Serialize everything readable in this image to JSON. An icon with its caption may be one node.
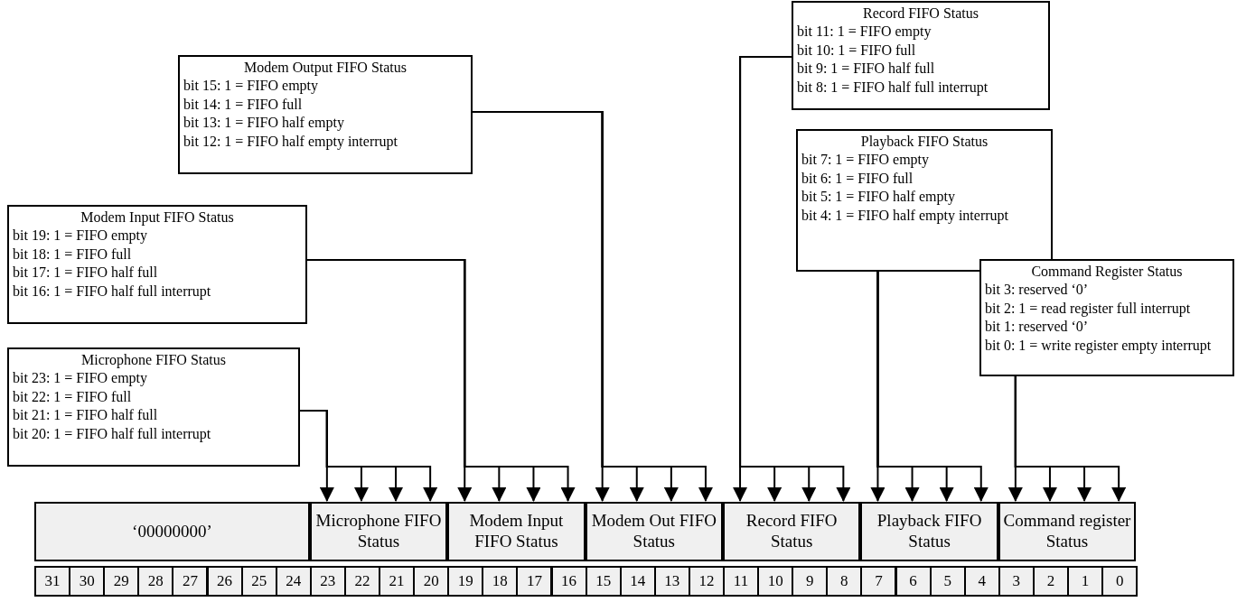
{
  "diagram": {
    "nodes": [
      {
        "text": [
          "Microphone FIFO Status",
          "bit 23: 1 = FIFO empty",
          "bit 22: 1 = FIFO full",
          "bit 21: 1 = FIFO half full",
          "bit 20: 1 = FIFO half full interrupt"
        ]
      },
      {
        "text": [
          "Modem Input FIFO Status",
          "bit 19: 1 = FIFO empty",
          "bit 18: 1 = FIFO full",
          "bit 17: 1 = FIFO half full",
          "bit 16: 1 = FIFO half full interrupt"
        ]
      },
      {
        "text": [
          "Modem Output FIFO Status",
          "bit 15: 1 = FIFO empty",
          "bit 14: 1 = FIFO full",
          "bit 13: 1 = FIFO half empty",
          "bit 12: 1 = FIFO half empty interrupt"
        ]
      },
      {
        "text": [
          "Record FIFO Status",
          "bit 11: 1 = FIFO empty",
          "bit 10: 1 = FIFO full",
          "bit 9: 1 = FIFO half full",
          "bit 8: 1 = FIFO half full interrupt"
        ]
      },
      {
        "text": [
          "Playback FIFO Status",
          "bit 7: 1 = FIFO empty",
          "bit 6: 1 = FIFO full",
          "bit 5: 1 = FIFO half empty",
          "bit 4: 1 = FIFO half empty interrupt"
        ]
      },
      {
        "text": [
          "Command Register Status",
          "bit 3: reserved ‘0’",
          "bit 2: 1 = read register full interrupt",
          "bit 1: reserved ‘0’",
          "bit 0: 1 = write register empty interrupt"
        ]
      },
      {
        "text": [
          "‘00000000’"
        ]
      },
      {
        "text": [
          "Microphone FIFO Status"
        ]
      },
      {
        "text": [
          "Modem Input FIFO Status"
        ]
      },
      {
        "text": [
          "Modem Out FIFO Status"
        ]
      },
      {
        "text": [
          "Record FIFO Status"
        ]
      },
      {
        "text": [
          "Playback FIFO Status"
        ]
      },
      {
        "text": [
          "Command register Status"
        ]
      }
    ],
    "edges": [
      {
        "from": 0,
        "to": 7,
        "arrow": "to"
      },
      {
        "from": 0,
        "to": 7,
        "arrow": "to"
      },
      {
        "from": 0,
        "to": 7,
        "arrow": "to"
      },
      {
        "from": 0,
        "to": 7,
        "arrow": "to"
      },
      {
        "from": 1,
        "to": 8,
        "arrow": "to"
      },
      {
        "from": 1,
        "to": 8,
        "arrow": "to"
      },
      {
        "from": 1,
        "to": 8,
        "arrow": "to"
      },
      {
        "from": 1,
        "to": 8,
        "arrow": "to"
      },
      {
        "from": 2,
        "to": 9,
        "arrow": "to"
      },
      {
        "from": 2,
        "to": 9,
        "arrow": "to"
      },
      {
        "from": 2,
        "to": 9,
        "arrow": "to"
      },
      {
        "from": 2,
        "to": 9,
        "arrow": "to"
      },
      {
        "from": 3,
        "to": 10,
        "arrow": "to"
      },
      {
        "from": 3,
        "to": 10,
        "arrow": "to"
      },
      {
        "from": 3,
        "to": 10,
        "arrow": "to"
      },
      {
        "from": 3,
        "to": 10,
        "arrow": "to"
      },
      {
        "from": 4,
        "to": 11,
        "arrow": "to"
      },
      {
        "from": 4,
        "to": 11,
        "arrow": "to"
      },
      {
        "from": 4,
        "to": 11,
        "arrow": "to"
      },
      {
        "from": 4,
        "to": 11,
        "arrow": "to"
      },
      {
        "from": 5,
        "to": 12,
        "arrow": "to"
      },
      {
        "from": 5,
        "to": 12,
        "arrow": "to"
      },
      {
        "from": 5,
        "to": 12,
        "arrow": "to"
      },
      {
        "from": 5,
        "to": 12,
        "arrow": "to"
      }
    ],
    "labels": [
      "31",
      "30",
      "29",
      "28",
      "27",
      "26",
      "25",
      "24",
      "23",
      "22",
      "21",
      "20",
      "19",
      "18",
      "17",
      "16",
      "15",
      "14",
      "13",
      "12",
      "11",
      "10",
      "9",
      "8",
      "7",
      "6",
      "5",
      "4",
      "3",
      "2",
      "1",
      "0"
    ]
  }
}
